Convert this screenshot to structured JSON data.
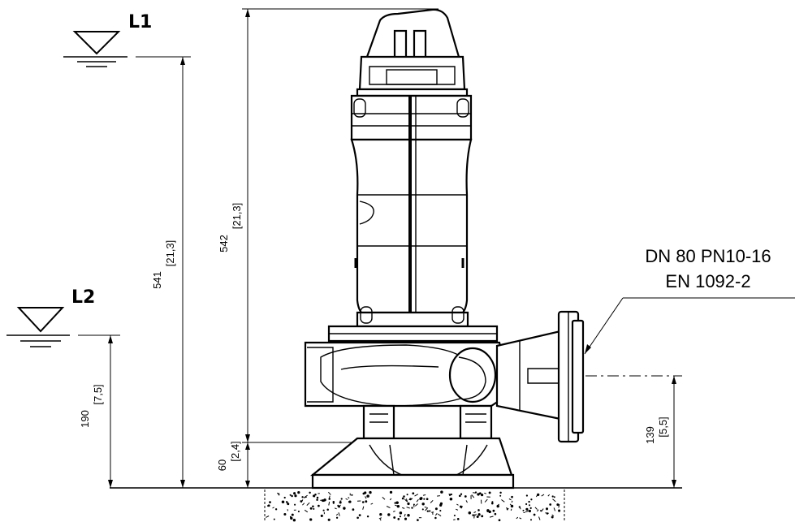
{
  "levels": {
    "l1": "L1",
    "l2": "L2"
  },
  "callout": {
    "line1": "DN 80 PN10-16",
    "line2": "EN 1092-2"
  },
  "dimensions": {
    "total_height": {
      "mm": "542",
      "in": "[21,3]"
    },
    "l1_height": {
      "mm": "541",
      "in": "[21,3]"
    },
    "l2_height": {
      "mm": "190",
      "in": "[7,5]"
    },
    "foot_height": {
      "mm": "60",
      "in": "[2,4]"
    },
    "outlet_height": {
      "mm": "139",
      "in": "[5,5]"
    }
  }
}
